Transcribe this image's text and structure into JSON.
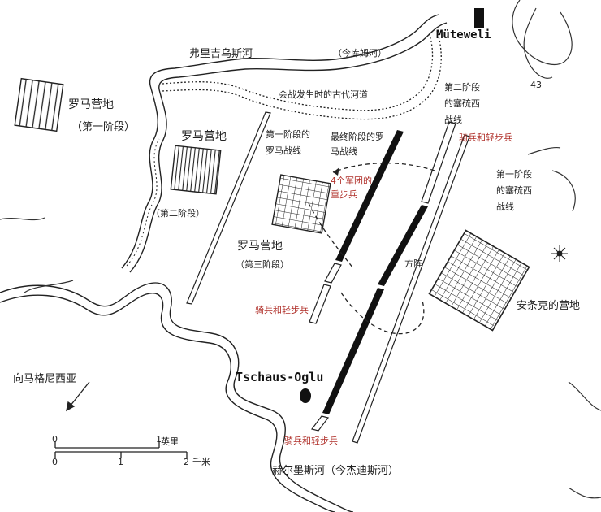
{
  "labels": {
    "frigidus": "弗里吉乌斯河",
    "frigidus_modern": "（今库姆河）",
    "ancient_bed": "会战发生时的古代河道",
    "camp": "罗马营地",
    "phase1": "（第一阶段）",
    "phase2": "（第二阶段）",
    "phase3": "（第三阶段）",
    "roman_line_p1_a": "第一阶段的",
    "roman_line_p1_b": "罗马战线",
    "roman_line_final_a": "最终阶段的罗",
    "roman_line_final_b": "马战线",
    "legions_a": "4个军团的",
    "legions_b": "重步兵",
    "cav_light_left": "骑兵和轻步兵",
    "cav_light_bottom": "骑兵和轻步兵",
    "cav_light_top": "骑兵和轻步兵",
    "seleucid_p2_a": "第二阶段",
    "seleucid_p2_b": "的塞硫西",
    "seleucid_p2_c": "战线",
    "seleucid_p1_a": "第一阶段",
    "seleucid_p1_b": "的塞硫西",
    "seleucid_p1_c": "战线",
    "square": "方阵",
    "antiochus_camp": "安条克的营地",
    "muteweli": "Müteweli",
    "hill": "43",
    "tschaus": "Tschaus-Oglu",
    "magnesia": "向马格尼西亚",
    "hermus": "赫尔墨斯河（今杰迪斯河）",
    "scale_mile": "英里",
    "scale_km": "千米",
    "s0a": "0",
    "s1a": "1",
    "s0b": "0",
    "s1b": "1",
    "s2b": "2"
  },
  "colors": {
    "ink": "#1a1a1a",
    "annotation_red": "#b0302a"
  }
}
